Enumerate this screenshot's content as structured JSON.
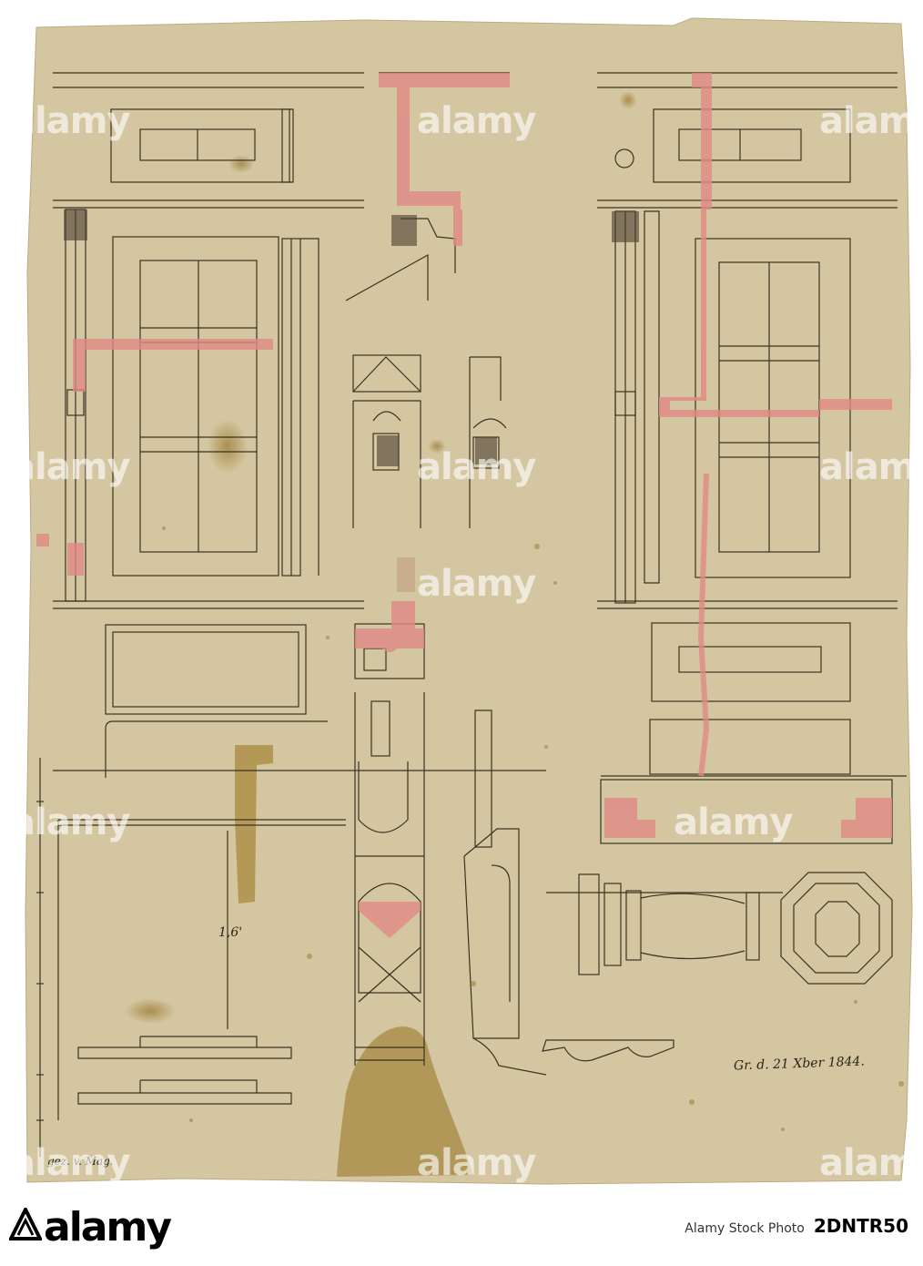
{
  "drawing": {
    "dimension_note": "1,6'",
    "date_note": "Gr. d. 21 Xber 1844.",
    "signature_note": "gez. v. Mag."
  },
  "watermarks": {
    "text": "alamy"
  },
  "footer": {
    "logo_text": "alamy",
    "id_prefix": "Alamy Stock Photo",
    "image_id": "2DNTR50"
  },
  "colors": {
    "paper": "#d9ccaa",
    "ink": "#3a3323",
    "wash_red": "#e08a86",
    "stain": "#a88a3e"
  }
}
